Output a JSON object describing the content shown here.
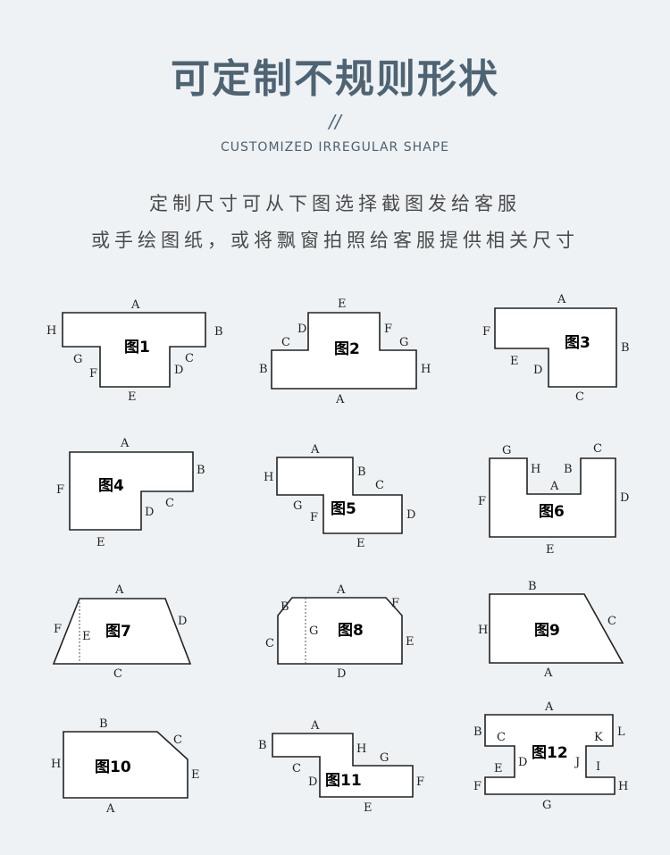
{
  "header": {
    "title": "可定制不规则形状",
    "slash": "//",
    "subtitle": "CUSTOMIZED IRREGULAR SHAPE",
    "line1": "定制尺寸可从下图选择截图发给客服",
    "line2": "或手绘图纸，或将飘窗拍照给客服提供相关尺寸"
  },
  "figures": [
    {
      "name": "图1",
      "labels": {
        "A": "A",
        "B": "B",
        "C": "C",
        "D": "D",
        "E": "E",
        "F": "F",
        "G": "G",
        "H": "H"
      }
    },
    {
      "name": "图2",
      "labels": {
        "A": "A",
        "B": "B",
        "C": "C",
        "D": "D",
        "E": "E",
        "F": "F",
        "G": "G",
        "H": "H"
      }
    },
    {
      "name": "图3",
      "labels": {
        "A": "A",
        "B": "B",
        "C": "C",
        "D": "D",
        "E": "E",
        "F": "F"
      }
    },
    {
      "name": "图4",
      "labels": {
        "A": "A",
        "B": "B",
        "C": "C",
        "D": "D",
        "E": "E",
        "F": "F"
      }
    },
    {
      "name": "图5",
      "labels": {
        "A": "A",
        "B": "B",
        "C": "C",
        "D": "D",
        "E": "E",
        "F": "F",
        "G": "G",
        "H": "H"
      }
    },
    {
      "name": "图6",
      "labels": {
        "A": "A",
        "B": "B",
        "C": "C",
        "D": "D",
        "E": "E",
        "F": "F",
        "G": "G",
        "H": "H"
      }
    },
    {
      "name": "图7",
      "labels": {
        "A": "A",
        "C": "C",
        "D": "D",
        "E": "E",
        "F": "F"
      }
    },
    {
      "name": "图8",
      "labels": {
        "A": "A",
        "B": "B",
        "C": "C",
        "D": "D",
        "E": "E",
        "F": "F",
        "G": "G"
      }
    },
    {
      "name": "图9",
      "labels": {
        "A": "A",
        "B": "B",
        "C": "C",
        "H": "H"
      }
    },
    {
      "name": "图10",
      "labels": {
        "A": "A",
        "B": "B",
        "C": "C",
        "E": "E",
        "H": "H"
      }
    },
    {
      "name": "图11",
      "labels": {
        "A": "A",
        "B": "B",
        "C": "C",
        "D": "D",
        "E": "E",
        "F": "F",
        "G": "G",
        "H": "H"
      }
    },
    {
      "name": "图12",
      "labels": {
        "A": "A",
        "B": "B",
        "C": "C",
        "D": "D",
        "E": "E",
        "F": "F",
        "G": "G",
        "H": "H",
        "I": "I",
        "J": "J",
        "K": "K",
        "L": "L"
      }
    }
  ]
}
